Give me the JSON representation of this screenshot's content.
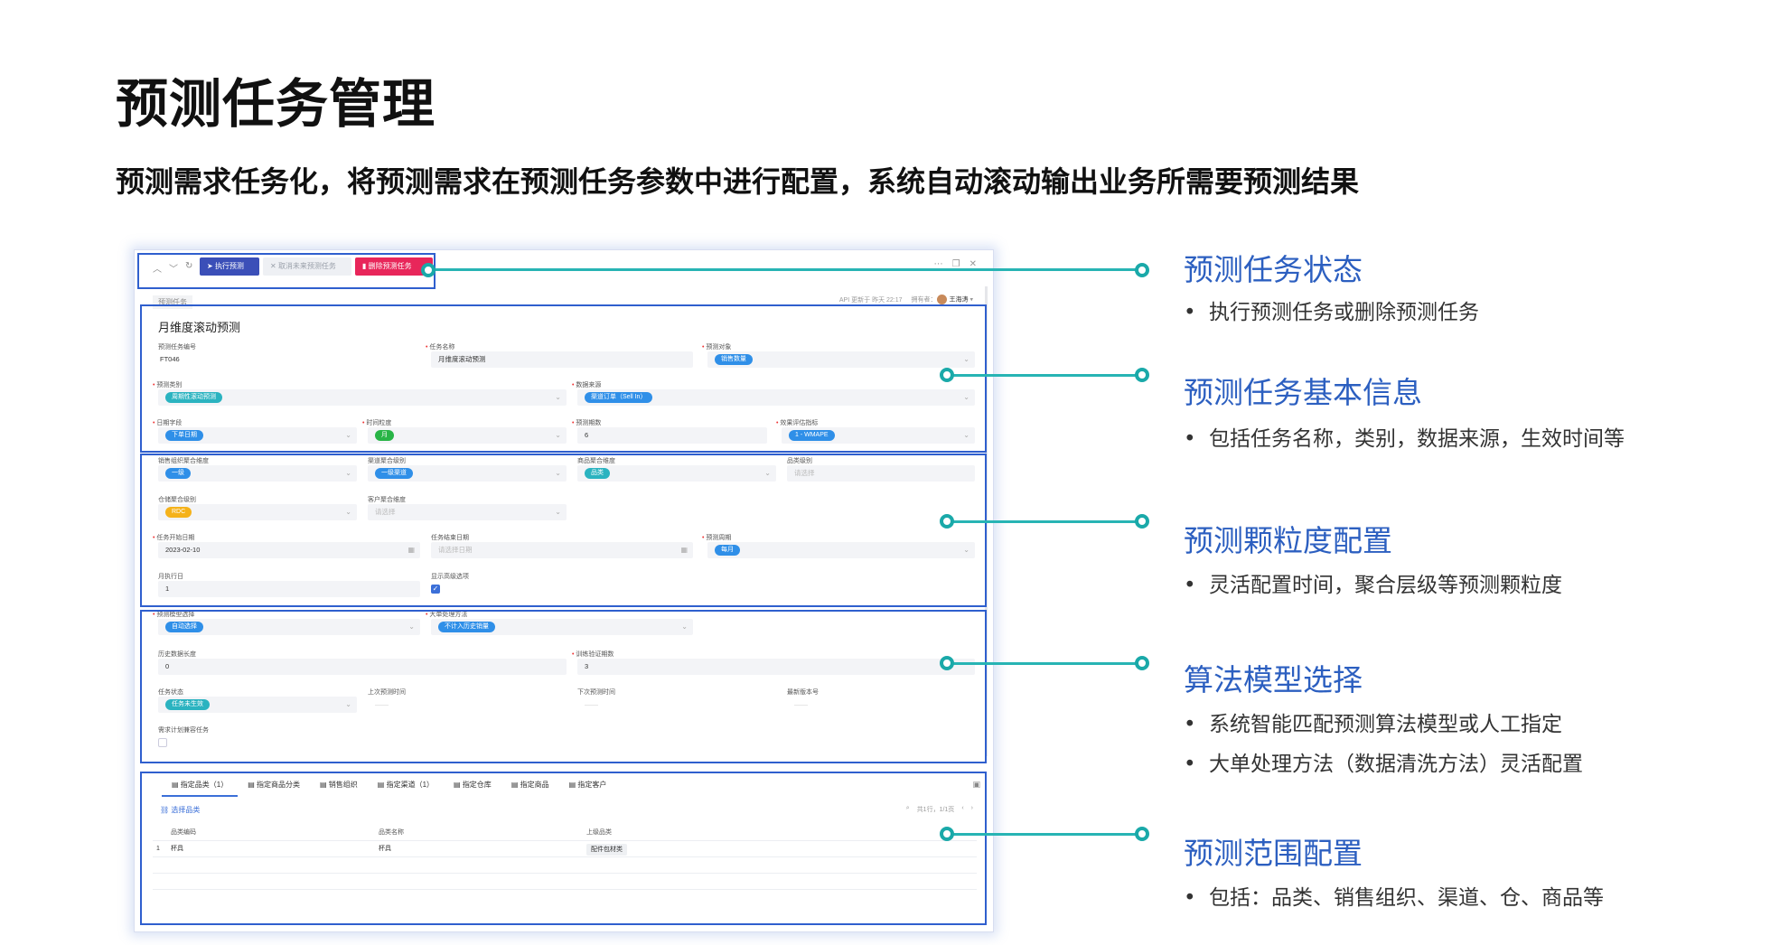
{
  "slide": {
    "title": "预测任务管理",
    "subtitle": "预测需求任务化，将预测需求在预测任务参数中进行配置，系统自动滚动输出业务所需要预测结果"
  },
  "toolbar": {
    "run_label": "执行预测",
    "cancel_label": "取消未来预测任务",
    "delete_label": "删除预测任务"
  },
  "breadcrumb": "预测任务",
  "meta": {
    "api_update": "API 更新于 昨天 22:17",
    "owner_label": "拥有者：",
    "owner_name": "王海涛"
  },
  "form": {
    "title": "月维度滚动预测",
    "task_code_label": "预测任务编号",
    "task_code_value": "FT046",
    "task_name_label": "任务名称",
    "task_name_value": "月维度滚动预测",
    "target_label": "预测对象",
    "target_value": "销售数量",
    "category_label": "预测类别",
    "category_value": "周期性滚动预测",
    "source_label": "数据来源",
    "source_value": "渠道订单（Sell In）",
    "date_field_label": "日期字段",
    "date_field_value": "下单日期",
    "granularity_label": "时间粒度",
    "granularity_value": "月",
    "periods_label": "预测期数",
    "periods_value": "6",
    "metric_label": "效果评估指标",
    "metric_value": "1 - WMAPE",
    "sales_org_label": "销售组织聚合维度",
    "sales_org_value": "一级",
    "channel_label": "渠道聚合级别",
    "channel_value": "一级渠道",
    "product_label": "商品聚合维度",
    "product_value": "品类",
    "cat_level_label": "品类级别",
    "cat_level_placeholder": "请选择",
    "warehouse_label": "仓储聚合级别",
    "warehouse_value": "RDC",
    "customer_label": "客户聚合维度",
    "customer_placeholder": "请选择",
    "start_date_label": "任务开始日期",
    "start_date_value": "2023-02-10",
    "end_date_label": "任务结束日期",
    "end_date_placeholder": "请选择日期",
    "cycle_label": "预测周期",
    "cycle_value": "每月",
    "month_day_label": "月执行日",
    "month_day_value": "1",
    "advanced_label": "显示高级选项",
    "model_label": "预测模型选择",
    "model_value": "自动选择",
    "big_order_label": "大单处理方法",
    "big_order_value": "不计入历史销量",
    "history_label": "历史数据长度",
    "history_value": "0",
    "validation_label": "训练验证期数",
    "validation_value": "3",
    "status_label": "任务状态",
    "status_value": "任务未生效",
    "last_run_label": "上次预测时间",
    "last_run_value": "——",
    "next_run_label": "下次预测时间",
    "next_run_value": "——",
    "version_label": "最新版本号",
    "version_value": "——",
    "demand_plan_label": "需求计划兼容任务"
  },
  "tabs": [
    {
      "label": "指定品类（1）"
    },
    {
      "label": "指定商品分类"
    },
    {
      "label": "销售组织"
    },
    {
      "label": "指定渠道（1）"
    },
    {
      "label": "指定仓库"
    },
    {
      "label": "指定商品"
    },
    {
      "label": "指定客户"
    }
  ],
  "range": {
    "select_label": "选择品类",
    "pager": "共1行，1/1页",
    "columns": [
      "品类编码",
      "品类名称",
      "上级品类"
    ],
    "rows": [
      {
        "index": "1",
        "code": "杯具",
        "name": "杯具",
        "parent": "配件包材类"
      }
    ]
  },
  "annotations": [
    {
      "title": "预测任务状态",
      "items": [
        "执行预测任务或删除预测任务"
      ]
    },
    {
      "title": "预测任务基本信息",
      "items": [
        "包括任务名称，类别，数据来源，生效时间等"
      ]
    },
    {
      "title": "预测颗粒度配置",
      "items": [
        "灵活配置时间，聚合层级等预测颗粒度"
      ]
    },
    {
      "title": "算法模型选择",
      "items": [
        "系统智能匹配预测算法模型或人工指定",
        "大单处理方法（数据清洗方法）灵活配置"
      ]
    },
    {
      "title": "预测范围配置",
      "items": [
        "包括：品类、销售组织、渠道、仓、商品等"
      ]
    }
  ],
  "bullet_char": "•",
  "colors": {
    "highlight": "#2f5fce",
    "connector": "#27b4b4",
    "annotation_title": "#2c5fc0",
    "run_button": "#3b4fb8",
    "delete_button": "#e8265a"
  }
}
